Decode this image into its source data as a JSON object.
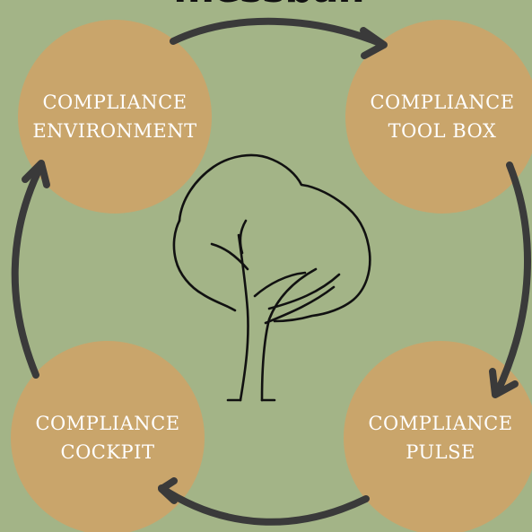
{
  "title": "messbar.",
  "nodes": [
    {
      "line1": "COMPLIANCE",
      "line2": "ENVIRONMENT"
    },
    {
      "line1": "COMPLIANCE",
      "line2": "TOOL BOX"
    },
    {
      "line1": "COMPLIANCE",
      "line2": "PULSE"
    },
    {
      "line1": "COMPLIANCE",
      "line2": "COCKPIT"
    }
  ],
  "colors": {
    "background": "#a3b487",
    "circle": "#c9a56b",
    "arrow": "#3a3a3a",
    "text": "#ffffff",
    "tree": "#111111"
  },
  "icons": [
    "tree-icon",
    "arrow-icon"
  ]
}
